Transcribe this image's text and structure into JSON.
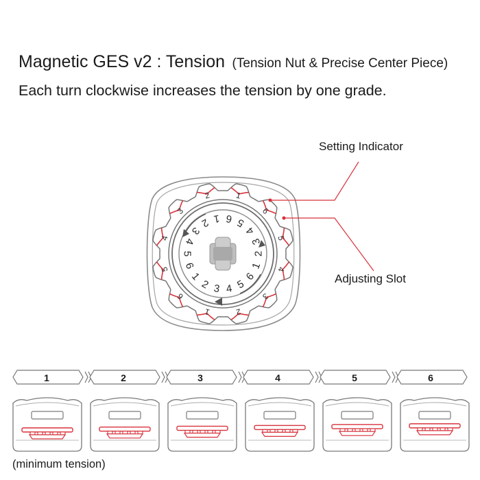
{
  "header": {
    "title": "Magnetic GES v2 : Tension",
    "title_note": "(Tension Nut & Precise Center Piece)",
    "subtitle": "Each turn clockwise increases the tension by one grade."
  },
  "callouts": {
    "setting_indicator": "Setting Indicator",
    "adjusting_slot": "Adjusting Slot"
  },
  "dial": {
    "outer_ring_digits": [
      "1",
      "6",
      "5",
      "4",
      "3",
      "2",
      "1",
      "6",
      "5",
      "4",
      "3",
      "2"
    ],
    "inner_ring_digits": [
      "6",
      "5",
      "4",
      "3",
      "2",
      "1",
      "6",
      "5",
      "4",
      "3",
      "2",
      "1",
      "6",
      "5",
      "4",
      "3",
      "2",
      "1"
    ]
  },
  "grades": {
    "labels": [
      "1",
      "2",
      "3",
      "4",
      "5",
      "6"
    ],
    "minimum_note": "(minimum  tension)"
  },
  "colors": {
    "accent_red": "#d8313a",
    "line_gray": "#6d6d6d",
    "light_gray": "#d6d6d6"
  }
}
